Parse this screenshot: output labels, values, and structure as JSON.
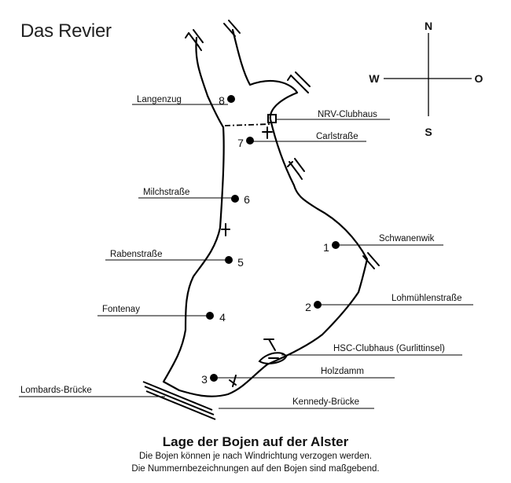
{
  "title": "Das Revier",
  "compass": {
    "north": "N",
    "south": "S",
    "west": "W",
    "east": "O"
  },
  "buoys": [
    {
      "number": "1",
      "label": "Schwanenwik"
    },
    {
      "number": "2",
      "label": "Lohmühlenstraße"
    },
    {
      "number": "3",
      "label": "Holzdamm"
    },
    {
      "number": "4",
      "label": "Fontenay"
    },
    {
      "number": "5",
      "label": "Rabenstraße"
    },
    {
      "number": "6",
      "label": "Milchstraße"
    },
    {
      "number": "7",
      "label": "Carlstraße"
    },
    {
      "number": "8",
      "label": "Langenzug"
    }
  ],
  "landmarks": {
    "nrv_club": "NRV-Clubhaus",
    "hsc_club": "HSC-Clubhaus (Gurlittinsel)",
    "lombards": "Lombards-Brücke",
    "kennedy": "Kennedy-Brücke"
  },
  "caption": {
    "heading": "Lage der Bojen auf der Alster",
    "line1": "Die Bojen können je nach Windrichtung verzogen werden.",
    "line2": "Die Nummernbezeichnungen auf den Bojen sind maßgebend."
  }
}
